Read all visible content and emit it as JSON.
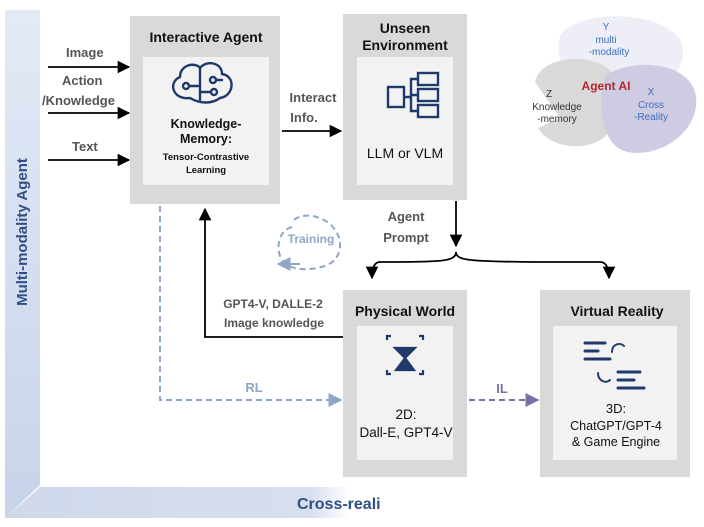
{
  "side_label": "Multi-modality Agent",
  "bottom_label": "Cross-reali",
  "inputs": {
    "image": "Image",
    "action": "Action",
    "knowledge": "/Knowledge",
    "text": "Text"
  },
  "interactive_agent": {
    "title": "Interactive Agent",
    "memory_line1": "Knowledge-",
    "memory_line2": "Memory:",
    "contrastive_line1": "Tensor-Contrastive",
    "contrastive_line2": "Learning"
  },
  "interact_info": {
    "line1": "Interact",
    "line2": "Info."
  },
  "unseen_environment": {
    "title_line1": "Unseen",
    "title_line2": "Environment",
    "model": "LLM or VLM"
  },
  "agent_prompt": {
    "line1": "Agent",
    "line2": "Prompt"
  },
  "training": "Training",
  "gpt_knowledge": {
    "line1": "GPT4-V, DALLE-2",
    "line2": "Image knowledge"
  },
  "rl": "RL",
  "il": "IL",
  "physical_world": {
    "title": "Physical World",
    "line1": "2D:",
    "line2": "Dall-E, GPT4-V"
  },
  "virtual_reality": {
    "title": "Virtual Reality",
    "line1": "3D:",
    "line2": "ChatGPT/GPT-4",
    "line3": "& Game Engine"
  },
  "agent_ai_venn": {
    "center": "Agent AI",
    "y_axis": "Y",
    "y_line1": "multi",
    "y_line2": "-modality",
    "z_axis": "Z",
    "z_line1": "Knowledge",
    "z_line2": "-memory",
    "x_axis": "X",
    "x_line1": "Cross",
    "x_line2": "-Reality"
  },
  "colors": {
    "box": "#d9d9d9",
    "inner": "#f2f2f2",
    "navy": "#1f3a6a",
    "dashed": "#8fa6c6",
    "il": "#7c6fa8"
  }
}
